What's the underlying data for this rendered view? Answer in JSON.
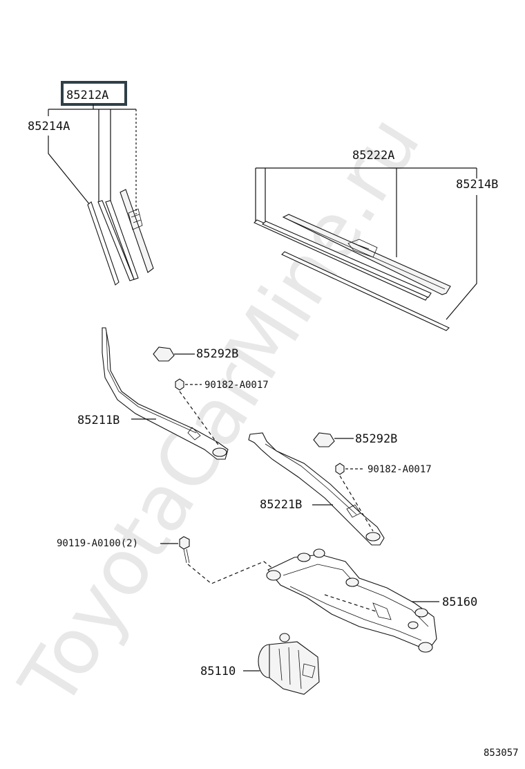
{
  "watermark": "ToyotaCarMine.ru",
  "labels": {
    "p85212A": "85212A",
    "p85214A": "85214A",
    "p85222A": "85222A",
    "p85214B": "85214B",
    "p85292B_1": "85292B",
    "p90182_1": "90182-A0017",
    "p85211B": "85211B",
    "p85292B_2": "85292B",
    "p90182_2": "90182-A0017",
    "p85221B": "85221B",
    "p90119": "90119-A0100(2)",
    "p85160": "85160",
    "p85110": "85110"
  },
  "diagram_code": "853057",
  "colors": {
    "line": "#111111",
    "highlight_box": "#2e3f47"
  }
}
